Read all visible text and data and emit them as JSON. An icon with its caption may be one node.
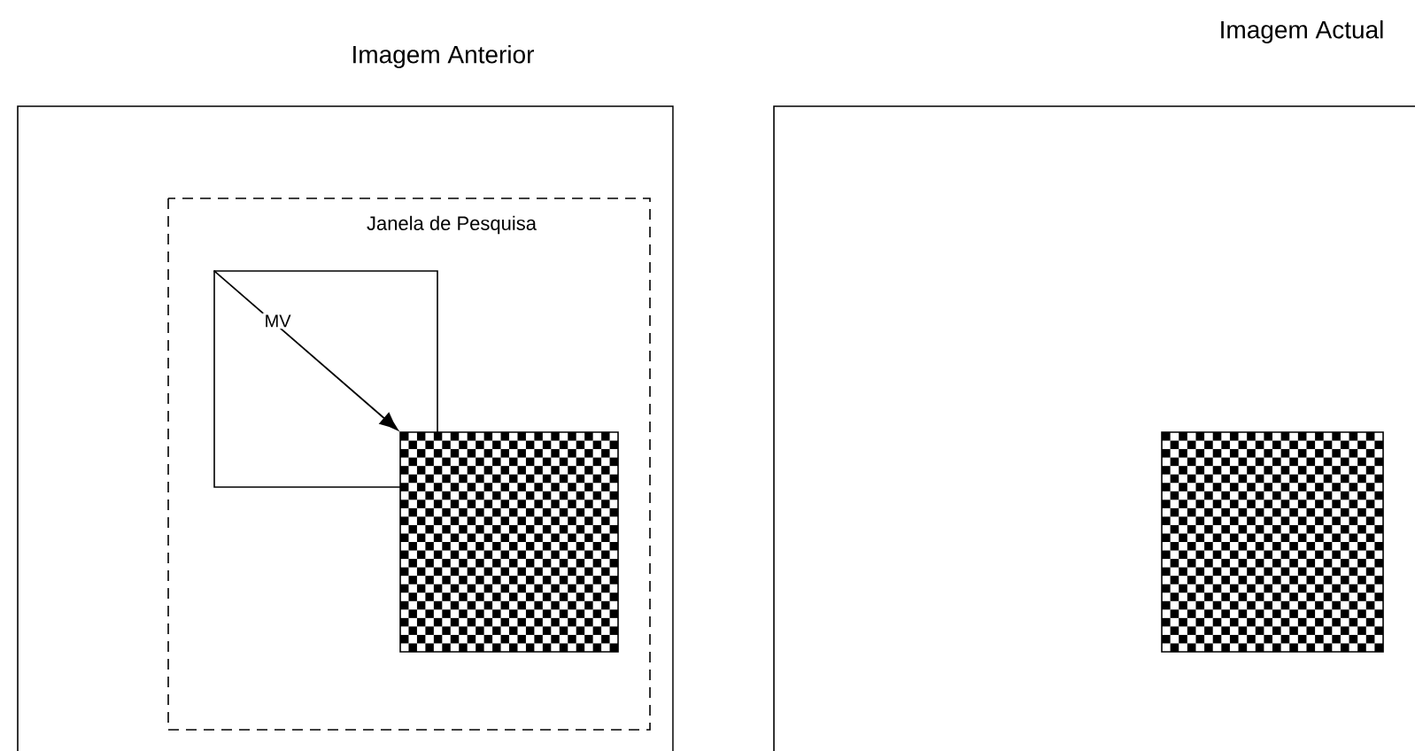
{
  "diagram": {
    "nodes": [
      {
        "text": [
          "Imagem Anterior"
        ]
      },
      {
        "text": [
          "Janela de Pesquisa"
        ],
        "in": 0
      },
      {
        "text": [],
        "shape": "box",
        "in": 1
      },
      {
        "text": [],
        "shape": "box",
        "in": 1
      },
      {
        "text": [
          "Imagem Actual"
        ]
      },
      {
        "text": [],
        "shape": "box",
        "in": 4
      }
    ],
    "edges": [
      {
        "from": 2,
        "to": 3,
        "arrow": "to",
        "label": "MV"
      }
    ]
  }
}
